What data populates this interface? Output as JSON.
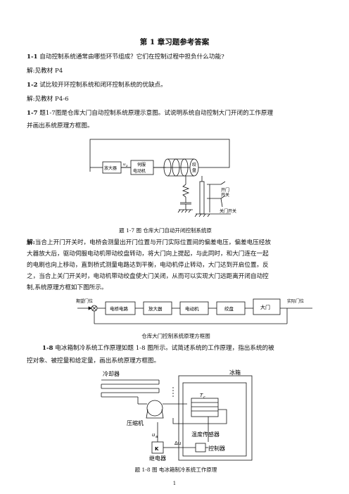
{
  "title": "第 1 章习题参考答案",
  "q1": {
    "num": "1-1",
    "text": "自动控制系统通常由哪些环节组成？它们在控制过程中担负什么功能?"
  },
  "a1": "解:见教材 P4",
  "q2": {
    "num": "1-2",
    "text": "试比较开环控制系统和闭环控制系统的优缺点。"
  },
  "a2": "解:见教材 P4-6",
  "q3": {
    "num": "1-7",
    "line1": "题1-7图是仓库大门自动控制系统原理示意图。试说明系统自动控制大门开闭的工作原理",
    "line2": "并画出系统原理方框图。"
  },
  "fig17": {
    "amplifier": "放大器",
    "ua": "u",
    "ua_sub": "a",
    "servo1": "伺服",
    "servo2": "电动机",
    "drum1": "绞",
    "drum2": "盘",
    "switch1": "开门",
    "switch2": "开关",
    "close_switch": "关门开关",
    "caption": "题 1-7 图    仓库大门自动开闭控制系统原"
  },
  "sol17": {
    "prefix": "解:",
    "lines": [
      "当合上开门开关时，电桥会测量出开门位置与开门实际位置间的偏差电压，偏差电压经放",
      "大器放大后，驱动伺服电动机带动绞盘转动，将大门向上提起，与此同时，和大门连在一起",
      "的电刷也向上移动，直到桥式测量电路达到平衡，电动机停止转动，大门达到开启位置。反",
      "之，当合上关门开关时，电动机带动绞盘使大门关闭，从而可以实现大门远距离开闭自动控",
      "制,系统原理方框如下图所示。"
    ]
  },
  "block17": {
    "desired": "期望门位",
    "actual": "实际门位",
    "blocks": [
      "电桥电路",
      "放大器",
      "电动机",
      "绞盘",
      "大门"
    ],
    "caption": "仓库大门控制系统原理方框图"
  },
  "q4": {
    "num": "1-8",
    "line1": "电冰箱制冷系统工作原理如题  1-8  图所示。试简述系统的工作原理，指出系统的被",
    "line2": "控对象、被控量和给定量，画出系统原理方框图。"
  },
  "fig18": {
    "condenser": "冷却器",
    "fridge": "冰箱",
    "compressor": "压缩机",
    "tc": "T",
    "tc_sub": "c",
    "sensor": "温度传感器",
    "ua": "u",
    "ua_sub": "a",
    "du": "Δu",
    "k": "K",
    "relay": "继电器",
    "controller": "控制器",
    "caption": "题  1-8  图    电冰箱制冷系统工作原理"
  },
  "page_number": "1"
}
